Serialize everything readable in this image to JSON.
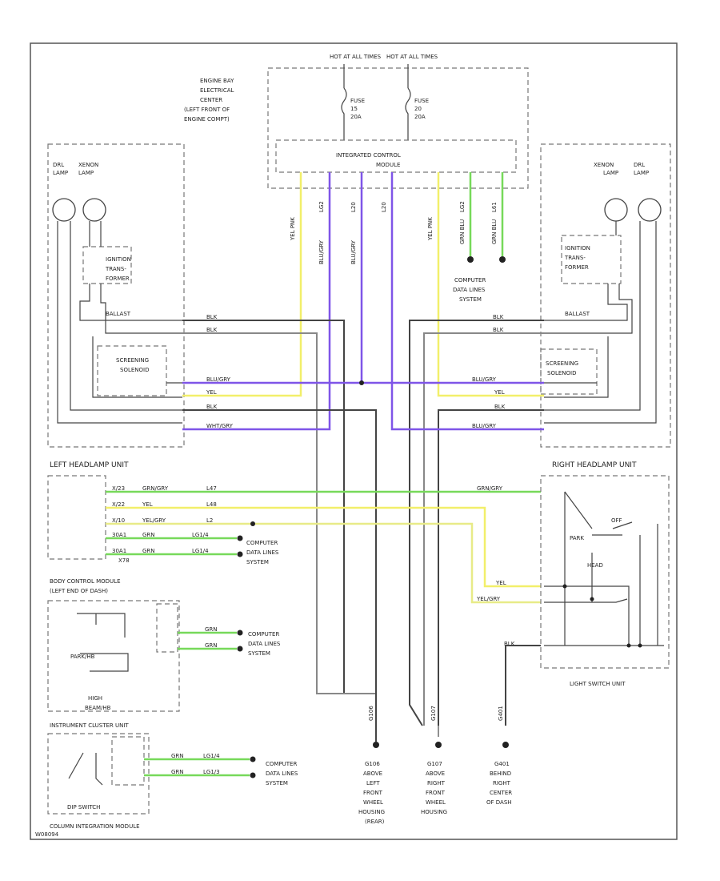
{
  "diagram": {
    "hot1": "HOT AT ALL TIMES",
    "hot2": "HOT AT ALL TIMES",
    "fuse1": [
      "FUSE",
      "15",
      "20A"
    ],
    "fuse2": [
      "FUSE",
      "20",
      "20A"
    ],
    "engine_bay": [
      "ENGINE BAY",
      "ELECTRICAL",
      "CENTER",
      "(LEFT FRONT OF",
      "ENGINE COMPT)"
    ],
    "icm": [
      "INTEGRATED CONTROL",
      "MODULE"
    ],
    "icm_wires": [
      "YEL PNK",
      "LG2",
      "BLU/GRY",
      "L20",
      "BLU/GRY",
      "L20",
      "YEL PNK",
      "LG2",
      "GRN BLU",
      "GRN BLU",
      "L61"
    ],
    "left_lamps": [
      "DRL",
      "XENON",
      "LAMP",
      "LAMP"
    ],
    "right_lamps": [
      "XENON",
      "DRL",
      "LAMP",
      "LAMP"
    ],
    "ignition": [
      "IGNITION",
      "TRANS-",
      "FORMER"
    ],
    "ballast": "BALLAST",
    "screening": [
      "SCREENING",
      "SOLENOID"
    ],
    "left_conn": [
      "BLK",
      "BLK",
      "BLU/GRY",
      "YEL",
      "BLK",
      "WHT/GRY"
    ],
    "right_conn": [
      "BLK",
      "BLK",
      "BLU/GRY",
      "YEL",
      "BLK",
      "BLU/GRY"
    ],
    "computer": [
      "COMPUTER",
      "DATA LINES",
      "SYSTEM"
    ],
    "left_unit": "LEFT HEADLAMP UNIT",
    "right_unit": "RIGHT HEADLAMP UNIT",
    "left_unit_wires": [
      {
        "pin": "X/23",
        "color": "GRN/GRY",
        "code": "L47"
      },
      {
        "pin": "X/22",
        "color": "YEL",
        "code": "L48"
      },
      {
        "pin": "X/10",
        "color": "YEL/GRY",
        "code": "L2"
      },
      {
        "pin": "30A1",
        "color": "GRN",
        "code": "LG1/4"
      },
      {
        "pin": "30A1",
        "color": "GRN",
        "code": "LG1/4"
      }
    ],
    "x78": "X78",
    "bcm": [
      "BODY CONTROL MODULE",
      "(LEFT END OF DASH)"
    ],
    "bcm_inner": [
      "PARK/HB",
      "HIGH",
      "BEAM/HB"
    ],
    "bcm_wires": [
      "GRN",
      "GRN"
    ],
    "right_unit_wires": [
      "GRN/GRY",
      "YEL",
      "YEL/GRY",
      "BLK"
    ],
    "switch": [
      "OFF",
      "PARK",
      "HEAD"
    ],
    "light_switch": "LIGHT SWITCH UNIT",
    "instrument": "INSTRUMENT CLUSTER UNIT",
    "dip": "DIP SWITCH",
    "column": "COLUMN INTEGRATION MODULE",
    "column_wires": [
      {
        "color": "GRN",
        "code": "LG1/4"
      },
      {
        "color": "GRN",
        "code": "LG1/3"
      }
    ],
    "g_labels": [
      "G106",
      "G107",
      "G401"
    ],
    "grounds": [
      [
        "G106",
        "ABOVE",
        "LEFT",
        "FRONT",
        "WHEEL",
        "HOUSING",
        "(REAR)"
      ],
      [
        "G107",
        "ABOVE",
        "RIGHT",
        "FRONT",
        "WHEEL",
        "HOUSING"
      ],
      [
        "G401",
        "BEHIND",
        "RIGHT",
        "CENTER",
        "OF DASH"
      ]
    ],
    "footer": "W08094"
  }
}
